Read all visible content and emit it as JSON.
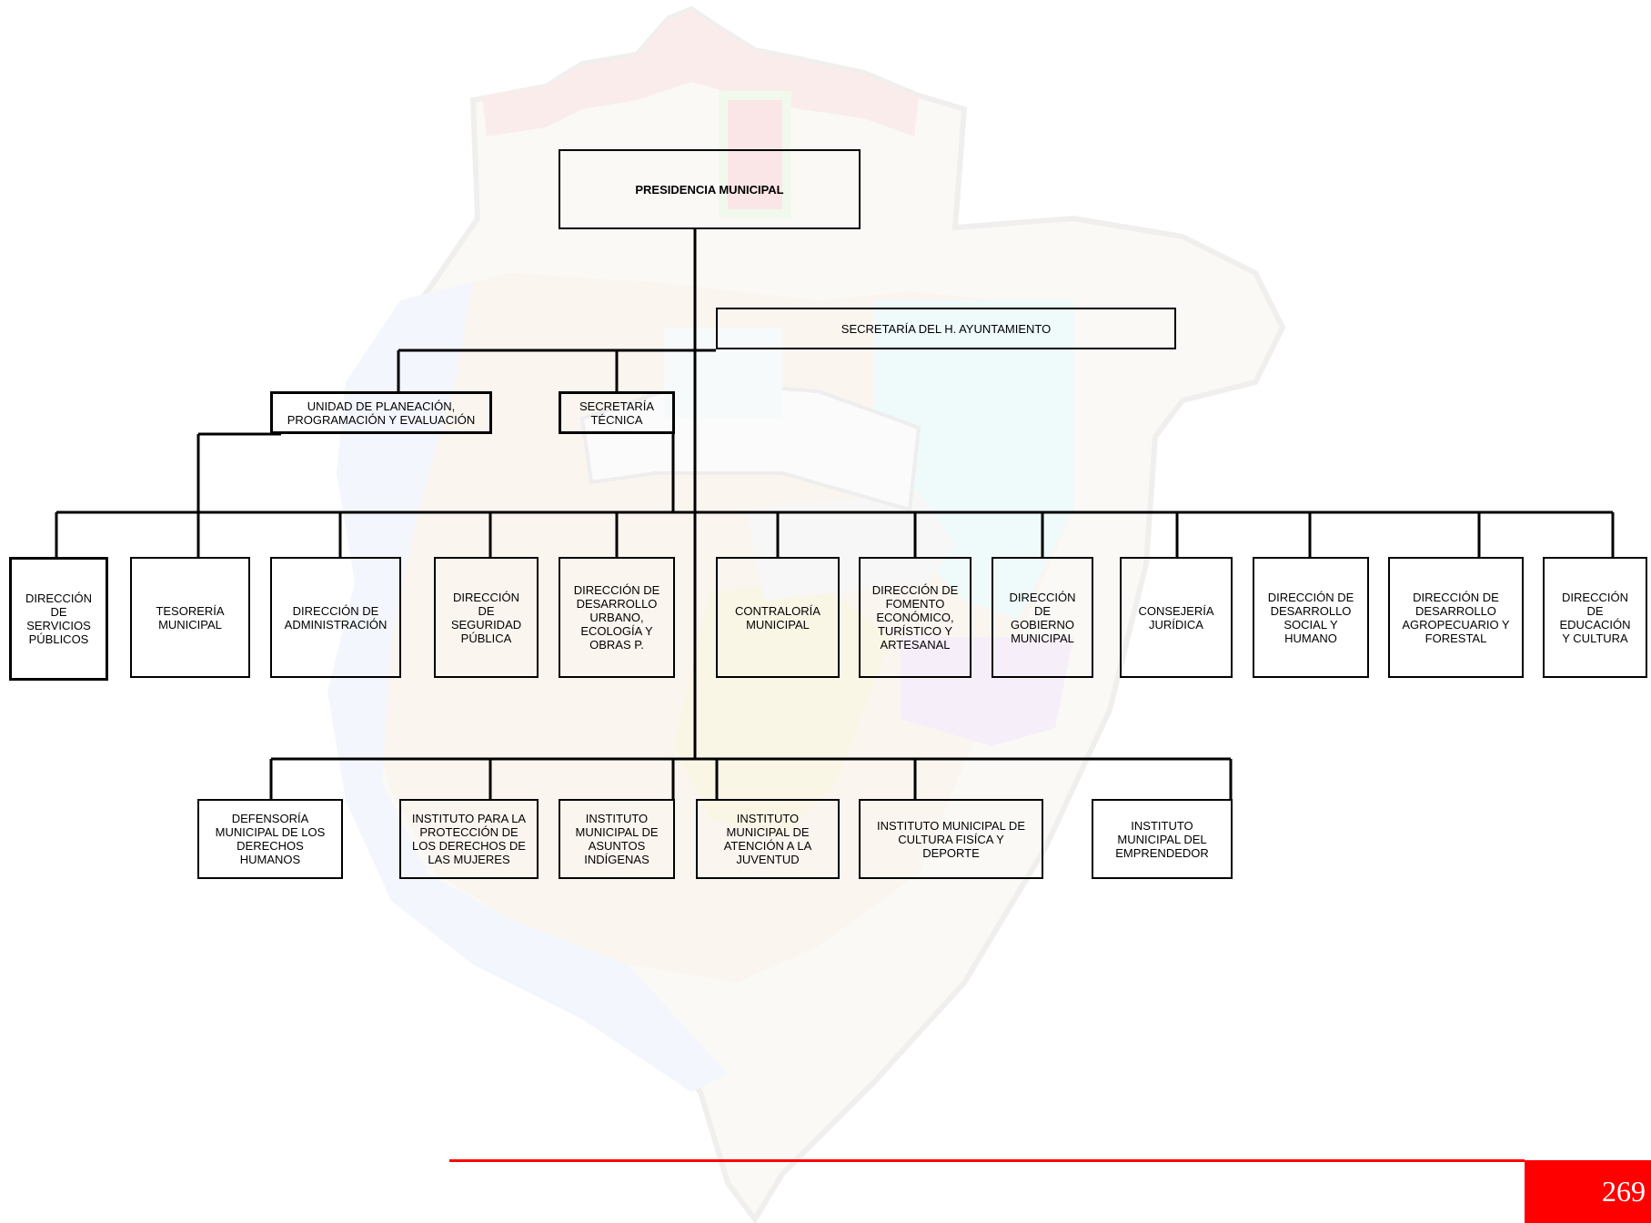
{
  "org_chart": {
    "top": "PRESIDENCIA MUNICIPAL",
    "secretaria": "SECRETARÍA DEL H. AYUNTAMIENTO",
    "unidad_planeacion": "UNIDAD DE PLANEACIÓN,\nPROGRAMACIÓN Y EVALUACIÓN",
    "secretaria_tecnica": "SECRETARÍA\nTÉCNICA",
    "direcciones": [
      "DIRECCIÓN\nDE\nSERVICIOS\nPÚBLICOS",
      "TESORERÍA\nMUNICIPAL",
      "DIRECCIÓN DE\nADMINISTRACIÓN",
      "DIRECCIÓN\nDE\nSEGURIDAD\nPÚBLICA",
      "DIRECCIÓN DE\nDESARROLLO\nURBANO,\nECOLOGÍA Y\nOBRAS P.",
      "CONTRALORÍA\nMUNICIPAL",
      "DIRECCIÓN DE\nFOMENTO\nECONÓMICO,\nTURÍSTICO Y\nARTESANAL",
      "DIRECCIÓN\nDE\nGOBIERNO\nMUNICIPAL",
      "CONSEJERÍA\nJURÍDICA",
      "DIRECCIÓN DE\nDESARROLLO\nSOCIAL Y\nHUMANO",
      "DIRECCIÓN DE\nDESARROLLO\nAGROPECUARIO Y\nFORESTAL",
      "DIRECCIÓN\nDE\nEDUCACIÓN\nY CULTURA"
    ],
    "institutos": [
      "DEFENSORÍA\nMUNICIPAL DE LOS\nDERECHOS\nHUMANOS",
      "INSTITUTO PARA LA\nPROTECCIÓN DE\nLOS DERECHOS DE\nLAS MUJERES",
      "INSTITUTO\nMUNICIPAL DE\nASUNTOS\nINDÍGENAS",
      "INSTITUTO\nMUNICIPAL DE\nATENCIÓN A LA\nJUVENTUD",
      "INSTITUTO MUNICIPAL DE\nCULTURA FISÍCA Y\nDEPORTE\n",
      "INSTITUTO\nMUNICIPAL DEL\nEMPRENDEDOR"
    ]
  },
  "footer": {
    "page_number": "269",
    "accent_color": "#ff0000"
  }
}
